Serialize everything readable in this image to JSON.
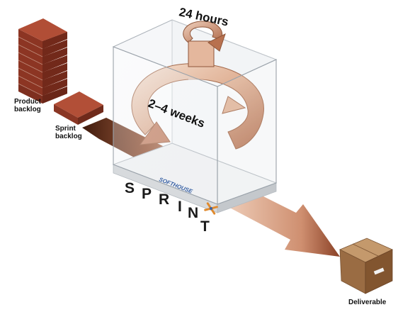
{
  "labels": {
    "product_backlog_line1": "Product",
    "product_backlog_line2": "backlog",
    "sprint_backlog_line1": "Sprint",
    "sprint_backlog_line2": "backlog",
    "daily_cycle": "24 hours",
    "sprint_cycle": "2–4 weeks",
    "sprint_title_letters": [
      "S",
      "P",
      "R",
      "I",
      "N",
      "T"
    ],
    "brand": "SOFTHOUSE",
    "deliverable": "Deliverable"
  },
  "colors": {
    "brick": "#9a3e2b",
    "brick_top": "#b6553d",
    "arrow_light": "#f3dccb",
    "arrow_dark": "#5a2c1a",
    "box": "#a07448",
    "platform": "#e6e8ea",
    "brand_blue": "#3b63a6",
    "brand_orange": "#e08a2e"
  },
  "icons": {
    "product_backlog": "brick-stack-icon",
    "sprint_backlog": "brick-icon",
    "deliverable": "cardboard-box-icon",
    "brand_logo": "softhouse-logo-icon"
  }
}
